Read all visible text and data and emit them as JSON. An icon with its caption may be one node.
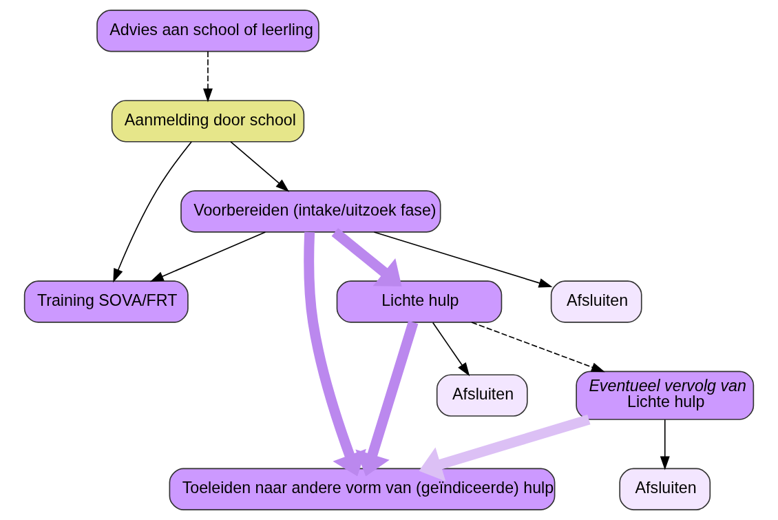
{
  "diagram": {
    "nodes": [
      {
        "text": [
          "Aanmelding door school"
        ]
      },
      {
        "text": [
          "Advies aan school of leerling"
        ]
      },
      {
        "text": [
          "Voorbereiden (intake/uitzoek fase)"
        ]
      },
      {
        "text": [
          "Training SOVA/FRT"
        ]
      },
      {
        "text": [
          "Afsluiten"
        ]
      },
      {
        "text": [
          "Lichte hulp"
        ]
      },
      {
        "text": [
          "Afsluiten"
        ]
      },
      {
        "text": [
          "*Eventueel vervolg van* Lichte hulp"
        ]
      },
      {
        "text": [
          "Toeleiden naar andere vorm van (geïndiceerde) hulp"
        ]
      },
      {
        "text": [
          "Afsluiten"
        ]
      }
    ],
    "edges": [
      {
        "from": 1,
        "to": 0,
        "arrow": "to",
        "style": "dashed"
      },
      {
        "from": 0,
        "to": 2,
        "arrow": "to"
      },
      {
        "from": 0,
        "to": 3,
        "arrow": "to"
      },
      {
        "from": 2,
        "to": 3,
        "arrow": "to"
      },
      {
        "from": 2,
        "to": 4,
        "arrow": "to"
      },
      {
        "from": 2,
        "to": 8,
        "arrow": "to",
        "style": "thick",
        "color": "#bb88ee"
      },
      {
        "from": 2,
        "to": 5,
        "arrow": "to",
        "style": "thick",
        "color": "#bb88ee"
      },
      {
        "from": 5,
        "to": 8,
        "arrow": "to",
        "style": "thick",
        "color": "#bb88ee"
      },
      {
        "from": 7,
        "to": 8,
        "arrow": "to",
        "style": "thick",
        "color": "#dcc0f5"
      },
      {
        "from": 5,
        "to": 6,
        "arrow": "to"
      },
      {
        "from": 5,
        "to": 7,
        "arrow": "to",
        "style": "dashed"
      },
      {
        "from": 7,
        "to": 9,
        "arrow": "to"
      }
    ]
  }
}
